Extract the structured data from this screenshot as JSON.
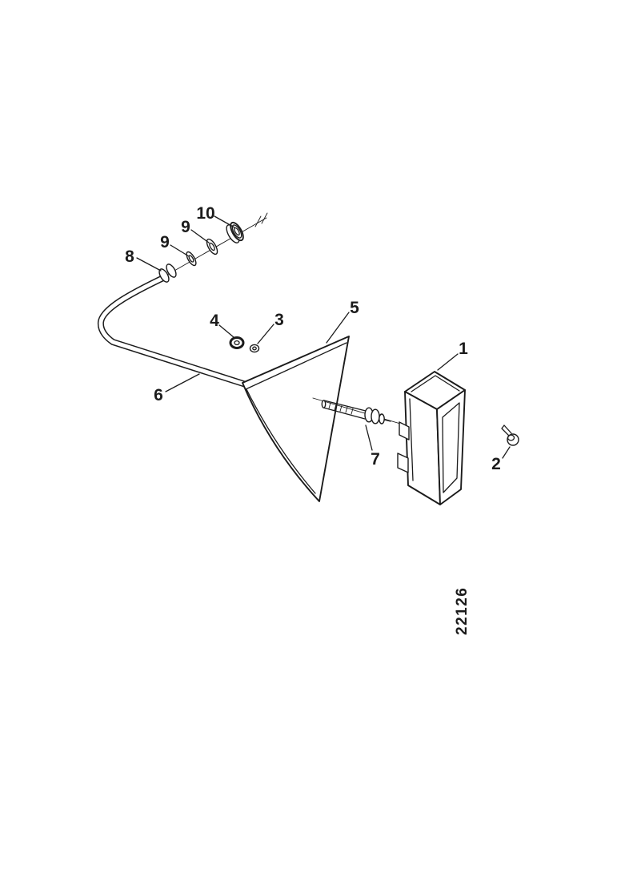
{
  "figure": {
    "type": "exploded-parts-diagram",
    "description": "Line drawing of an exploded lamp/bracket assembly with curved tube, triangular plate, housing, bolts and washers",
    "ink_color": "#1b1b1b",
    "paper_color": "#ffffff",
    "drawing_number": "22126",
    "callouts": [
      {
        "part": "10"
      },
      {
        "part": "9"
      },
      {
        "part": "9"
      },
      {
        "part": "8"
      },
      {
        "part": "4"
      },
      {
        "part": "3"
      },
      {
        "part": "5"
      },
      {
        "part": "6"
      },
      {
        "part": "1"
      },
      {
        "part": "7"
      },
      {
        "part": "2"
      }
    ]
  }
}
